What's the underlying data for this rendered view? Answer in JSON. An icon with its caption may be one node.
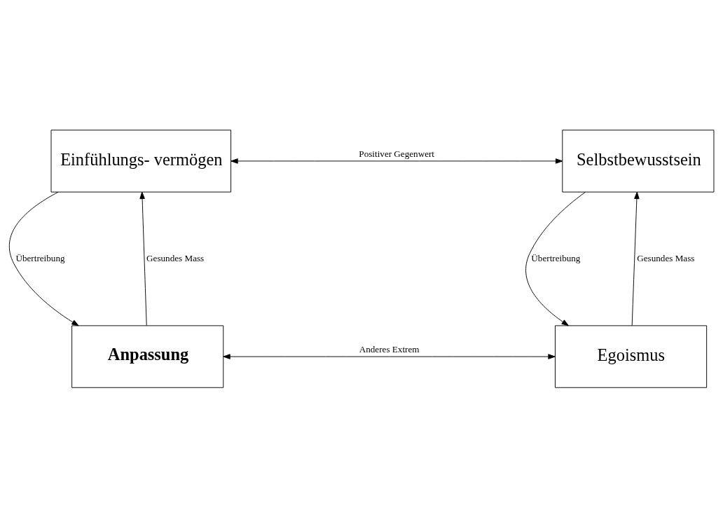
{
  "diagram": {
    "nodes": [
      {
        "text": [
          "Einfühlungs- vermögen"
        ]
      },
      {
        "text": [
          "Selbstbewusstsein"
        ]
      },
      {
        "text": [
          "Anpassung"
        ]
      },
      {
        "text": [
          "Egoismus"
        ]
      }
    ],
    "edges": [
      {
        "from": 0,
        "to": 1,
        "arrow": "both",
        "label": "Positiver Gegenwert"
      },
      {
        "from": 0,
        "to": 2,
        "arrow": "to",
        "label": "Übertreibung"
      },
      {
        "from": 2,
        "to": 0,
        "arrow": "to",
        "label": "Gesundes Mass"
      },
      {
        "from": 1,
        "to": 3,
        "arrow": "to",
        "label": "Übertreibung"
      },
      {
        "from": 3,
        "to": 1,
        "arrow": "to",
        "label": "Gesundes Mass"
      },
      {
        "from": 2,
        "to": 3,
        "arrow": "both",
        "label": "Anderes Extrem"
      }
    ]
  }
}
